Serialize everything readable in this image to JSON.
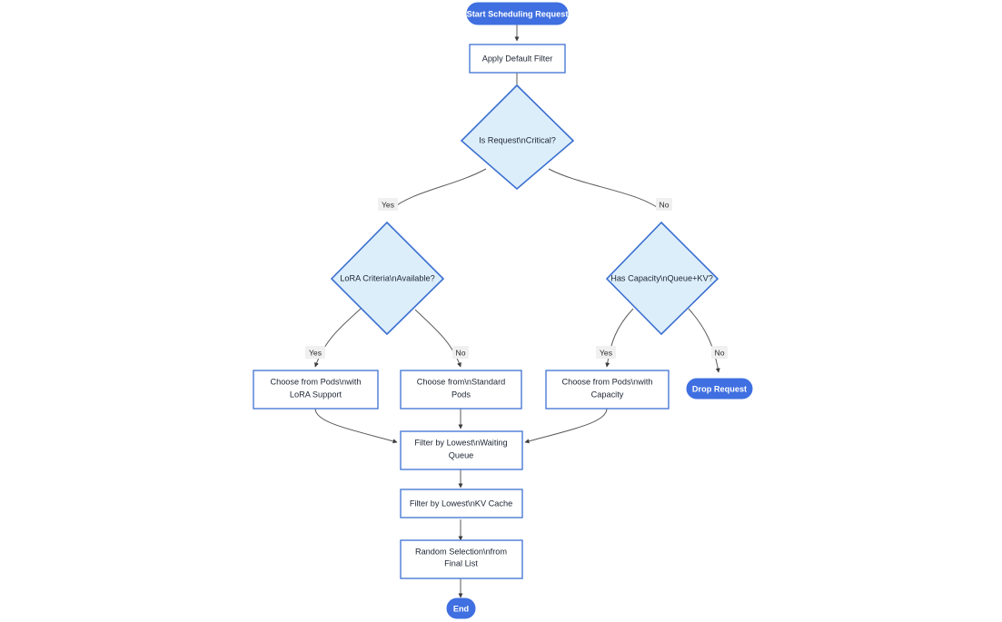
{
  "diagram": {
    "type": "flowchart",
    "direction": "top-down",
    "background_color": "#ffffff",
    "colors": {
      "terminal_fill": "#3f6fe0",
      "terminal_text": "#ffffff",
      "process_fill": "#ffffff",
      "process_border": "#4b7bd6",
      "decision_fill": "#ddeefb",
      "decision_border": "#3a6fd0",
      "edge_stroke": "#5a5a5a",
      "edge_label_bg": "#f0f0f0",
      "node_text": "#1d2433"
    },
    "nodes": [
      {
        "id": "start",
        "shape": "stadium",
        "label": "Start Scheduling Request",
        "lines": [
          "Start Scheduling Request"
        ]
      },
      {
        "id": "default",
        "shape": "rect",
        "label": "Apply Default Filter",
        "lines": [
          "Apply Default Filter"
        ]
      },
      {
        "id": "critical",
        "shape": "diamond",
        "label": "Is Request\\nCritical?",
        "lines": [
          "Is Request\\nCritical?"
        ]
      },
      {
        "id": "lora",
        "shape": "diamond",
        "label": "LoRA Criteria\\nAvailable?",
        "lines": [
          "LoRA Criteria\\nAvailable?"
        ]
      },
      {
        "id": "capacity",
        "shape": "diamond",
        "label": "Has Capacity\\nQueue+KV?",
        "lines": [
          "Has Capacity\\nQueue+KV?"
        ]
      },
      {
        "id": "pods_lora",
        "shape": "rect",
        "label": "Choose from Pods\\nwith LoRA Support",
        "lines": [
          "Choose from Pods\\nwith",
          "LoRA Support"
        ]
      },
      {
        "id": "pods_std",
        "shape": "rect",
        "label": "Choose from\\nStandard Pods",
        "lines": [
          "Choose from\\nStandard",
          "Pods"
        ]
      },
      {
        "id": "pods_cap",
        "shape": "rect",
        "label": "Choose from Pods\\nwith Capacity",
        "lines": [
          "Choose from Pods\\nwith",
          "Capacity"
        ]
      },
      {
        "id": "drop",
        "shape": "stadium",
        "label": "Drop Request",
        "lines": [
          "Drop Request"
        ]
      },
      {
        "id": "filter_queue",
        "shape": "rect",
        "label": "Filter by Lowest\\nWaiting Queue",
        "lines": [
          "Filter by Lowest\\nWaiting",
          "Queue"
        ]
      },
      {
        "id": "filter_kv",
        "shape": "rect",
        "label": "Filter by Lowest\\nKV Cache",
        "lines": [
          "Filter by Lowest\\nKV Cache"
        ]
      },
      {
        "id": "random",
        "shape": "rect",
        "label": "Random Selection\\nfrom Final List",
        "lines": [
          "Random Selection\\nfrom",
          "Final List"
        ]
      },
      {
        "id": "end",
        "shape": "stadium",
        "label": "End",
        "lines": [
          "End"
        ]
      }
    ],
    "edges": [
      {
        "from": "start",
        "to": "default",
        "label": ""
      },
      {
        "from": "default",
        "to": "critical",
        "label": ""
      },
      {
        "from": "critical",
        "to": "lora",
        "label": "Yes"
      },
      {
        "from": "critical",
        "to": "capacity",
        "label": "No"
      },
      {
        "from": "lora",
        "to": "pods_lora",
        "label": "Yes"
      },
      {
        "from": "lora",
        "to": "pods_std",
        "label": "No"
      },
      {
        "from": "capacity",
        "to": "pods_cap",
        "label": "Yes"
      },
      {
        "from": "capacity",
        "to": "drop",
        "label": "No"
      },
      {
        "from": "pods_lora",
        "to": "filter_queue",
        "label": ""
      },
      {
        "from": "pods_std",
        "to": "filter_queue",
        "label": ""
      },
      {
        "from": "pods_cap",
        "to": "filter_queue",
        "label": ""
      },
      {
        "from": "filter_queue",
        "to": "filter_kv",
        "label": ""
      },
      {
        "from": "filter_kv",
        "to": "random",
        "label": ""
      },
      {
        "from": "random",
        "to": "end",
        "label": ""
      }
    ],
    "edge_labels": {
      "critical_yes": "Yes",
      "critical_no": "No",
      "lora_yes": "Yes",
      "lora_no": "No",
      "capacity_yes": "Yes",
      "capacity_no": "No"
    }
  }
}
